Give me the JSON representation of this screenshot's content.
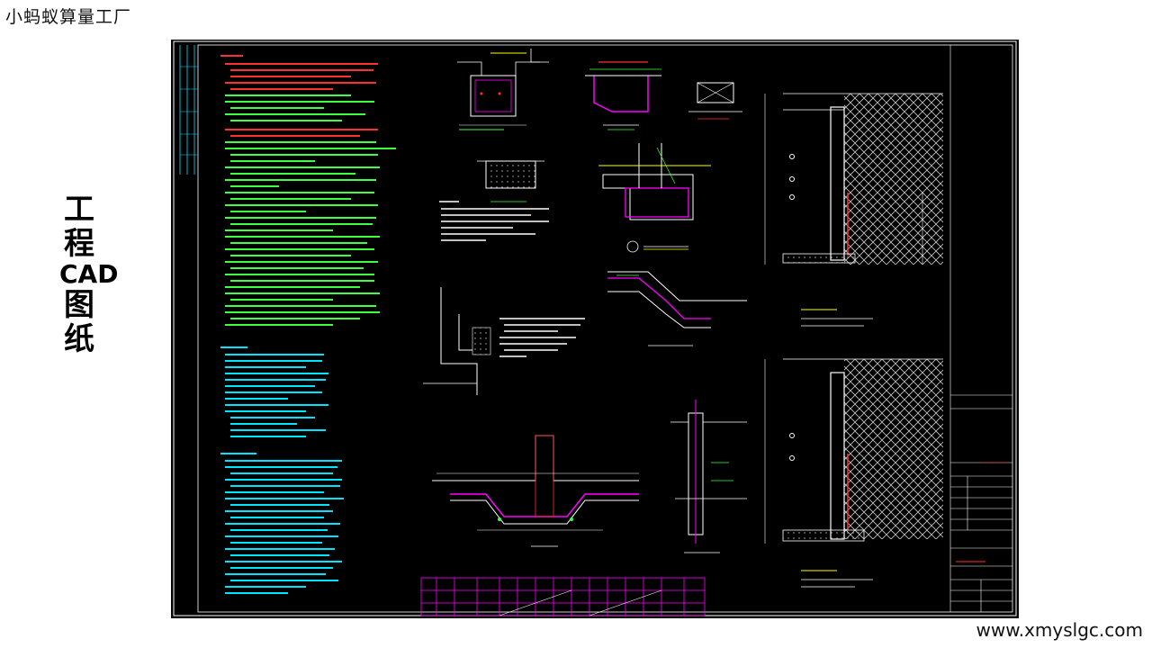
{
  "brand": {
    "name": "小蚂蚁算量工厂"
  },
  "side_title": {
    "chars": [
      "工",
      "程",
      "CAD",
      "图",
      "纸"
    ]
  },
  "website": {
    "url": "www.xmyslgc.com"
  },
  "drawing": {
    "background": "#000000",
    "palette": {
      "frame": "#ffffff",
      "notes_red": "#ff3030",
      "notes_green": "#40ff40",
      "notes_cyan": "#00e5ff",
      "magenta": "#ff00ff",
      "yellow": "#ffff00",
      "hatch": "#d8d8d8"
    },
    "table": {
      "grid_color": "#ff00ff"
    }
  }
}
